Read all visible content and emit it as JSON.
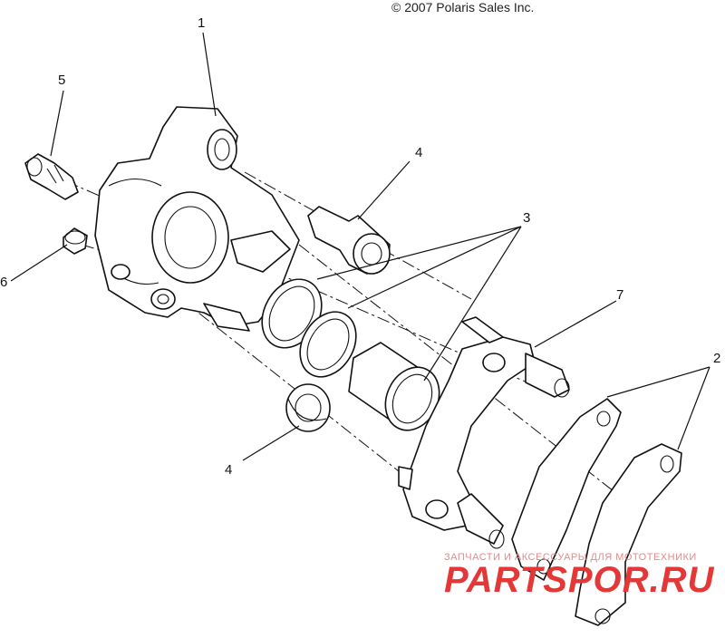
{
  "copyright": "© 2007 Polaris Sales Inc.",
  "callouts": {
    "c1": "1",
    "c2": "2",
    "c3": "3",
    "c4a": "4",
    "c4b": "4",
    "c5": "5",
    "c6": "6",
    "c7": "7"
  },
  "watermark": {
    "tagline": "ЗАПЧАСТИ И АКСЕССУАРЫ ДЛЯ МОТОТЕХНИКИ",
    "brand": "PARTSPOR.RU",
    "color": "#e43838"
  }
}
